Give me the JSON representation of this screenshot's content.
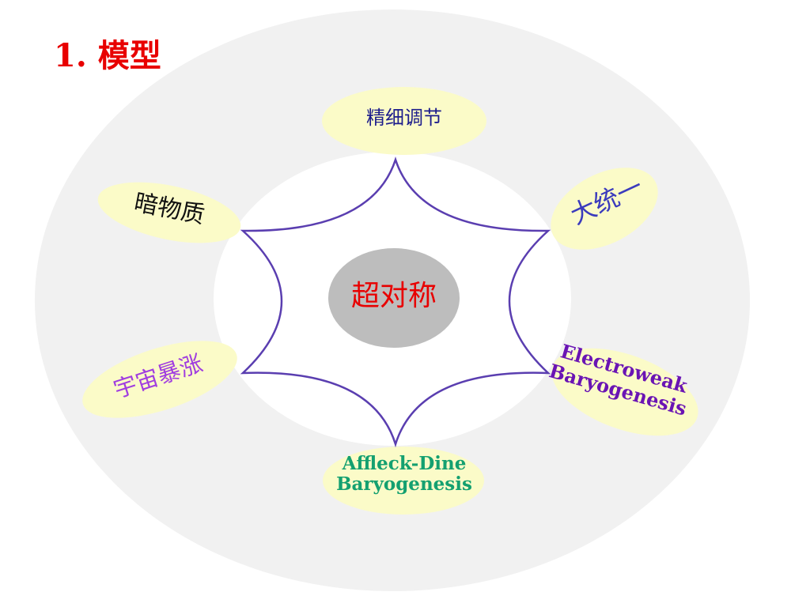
{
  "title": {
    "number": "1.",
    "text": "模型"
  },
  "center": {
    "label": "超对称"
  },
  "nodes": {
    "fine_tuning": "精细调节",
    "gut": "大统一",
    "dark_matter": "暗物质",
    "inflation": "宇宙暴涨",
    "electroweak": [
      "Electroweak",
      "Baryogenesis"
    ],
    "affleck_dine": [
      "Affleck-Dine",
      "Baryogenesis"
    ]
  },
  "colors": {
    "title": "#e80000",
    "center_fill": "#bdbdbd",
    "center_text": "#e80000",
    "star_stroke": "#5a3eb0",
    "bubble_fill": "#fbfbc8",
    "outer_disc": "#f1f1f1"
  }
}
